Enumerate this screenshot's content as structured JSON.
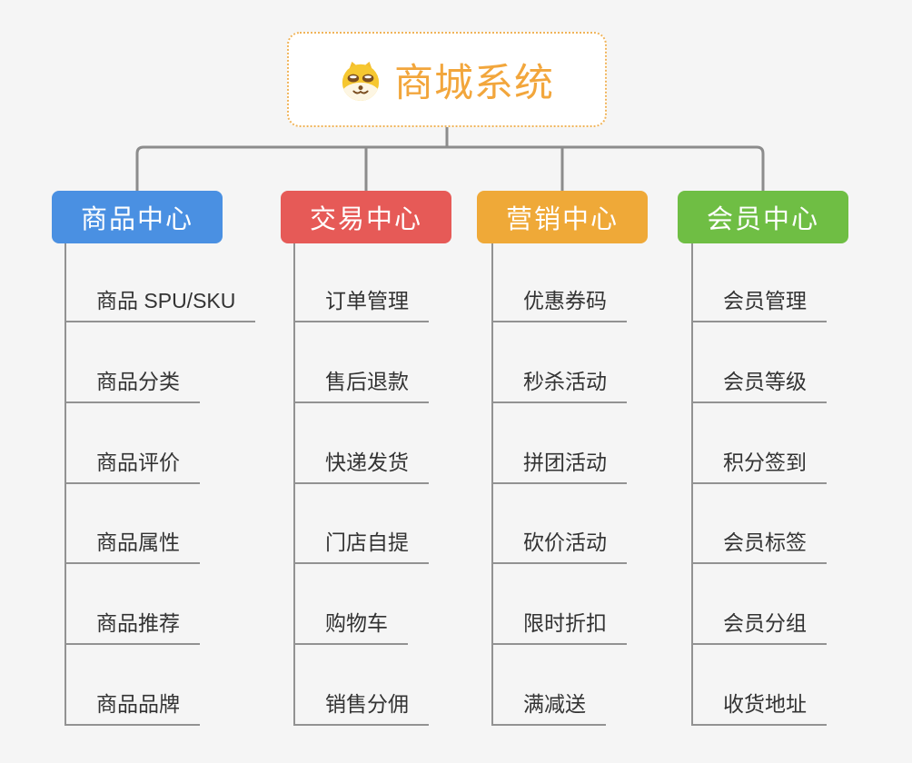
{
  "app": {
    "type": "mind-map",
    "background_color": "#f5f5f5",
    "connector_color": "#8c8c8c",
    "underline_color": "#929292",
    "child_text_color": "#333333"
  },
  "root": {
    "title": "商城系统",
    "icon": "dog-face-icon",
    "accent_color": "#f2a63c",
    "border_color": "#f0b45a"
  },
  "branches": [
    {
      "label": "商品中心",
      "color": "#4a90e2",
      "children": [
        "商品 SPU/SKU",
        "商品分类",
        "商品评价",
        "商品属性",
        "商品推荐",
        "商品品牌"
      ]
    },
    {
      "label": "交易中心",
      "color": "#e65a57",
      "children": [
        "订单管理",
        "售后退款",
        "快递发货",
        "门店自提",
        "购物车",
        "销售分佣"
      ]
    },
    {
      "label": "营销中心",
      "color": "#efa938",
      "children": [
        "优惠券码",
        "秒杀活动",
        "拼团活动",
        "砍价活动",
        "限时折扣",
        "满减送"
      ]
    },
    {
      "label": "会员中心",
      "color": "#6fbe44",
      "children": [
        "会员管理",
        "会员等级",
        "积分签到",
        "会员标签",
        "会员分组",
        "收货地址"
      ]
    }
  ]
}
